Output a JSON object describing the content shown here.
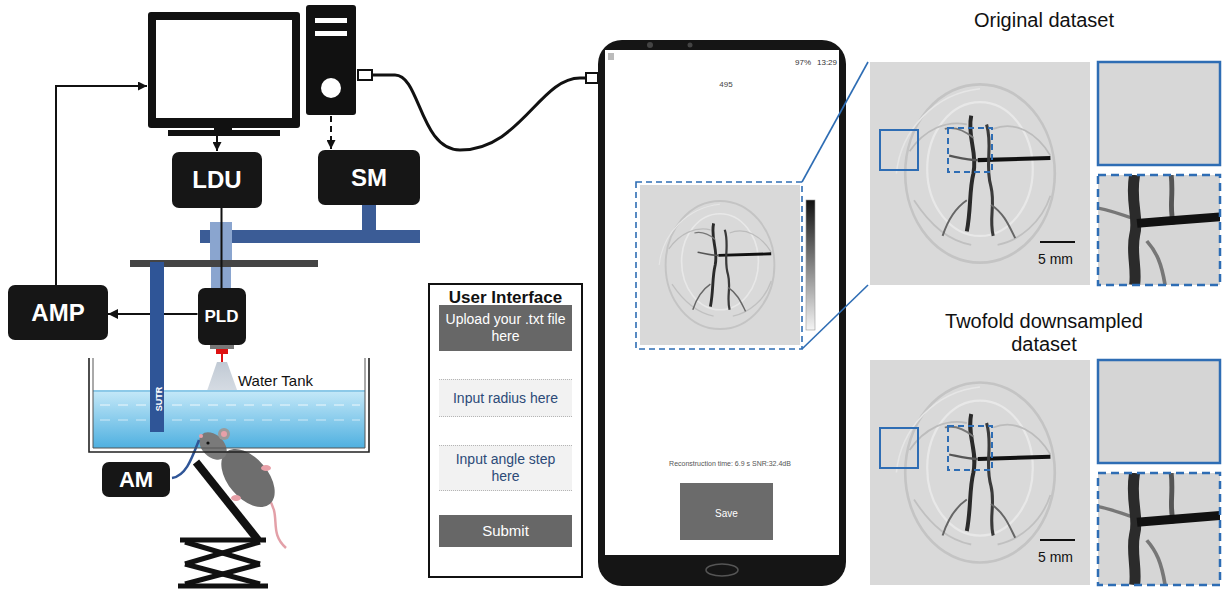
{
  "diagram": {
    "nodes": [
      {
        "text": [
          "LDU"
        ]
      },
      {
        "text": [
          "SM"
        ]
      },
      {
        "text": [
          "AMP"
        ]
      },
      {
        "text": [
          "PLD"
        ]
      },
      {
        "text": [
          "Water Tank"
        ]
      },
      {
        "text": [
          "SUTR"
        ]
      },
      {
        "text": [
          "AM"
        ]
      },
      {
        "text": [
          "User Interface"
        ]
      },
      {
        "text": [
          "Upload your .txt file here"
        ],
        "in": 7
      },
      {
        "text": [
          "Input radius here"
        ],
        "in": 7
      },
      {
        "text": [
          "Input angle step here"
        ],
        "in": 7
      },
      {
        "text": [
          "Submit"
        ],
        "in": 7
      },
      {
        "text": [
          "Save"
        ]
      },
      {
        "text": [
          "Original dataset",
          "5 mm"
        ]
      },
      {
        "text": [
          "Twofold downsampled dataset",
          "5 mm"
        ]
      }
    ],
    "edges": [
      {
        "from": 0,
        "to": 3,
        "arrow": "none"
      },
      {
        "from": 3,
        "to": 2,
        "arrow": "to"
      }
    ],
    "labels": [
      "495",
      "97%",
      "13:29",
      "Reconstruction time: 6.9 s SNR:32.4dB"
    ]
  }
}
